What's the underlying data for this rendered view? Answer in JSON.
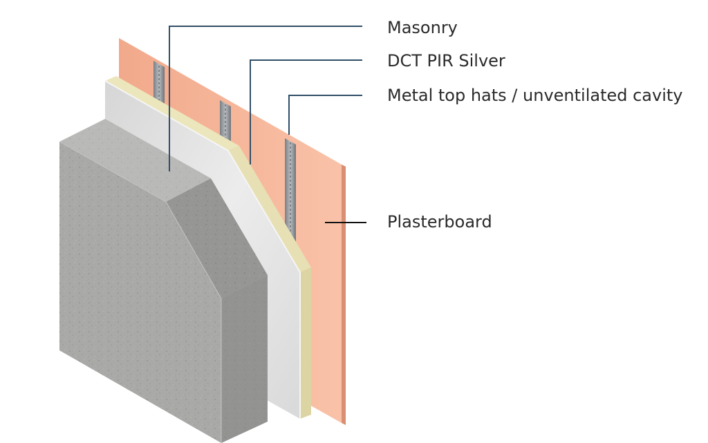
{
  "labels": {
    "masonry": "Masonry",
    "pir": "DCT PIR Silver",
    "top_hats": "Metal top hats / unventilated cavity",
    "plasterboard": "Plasterboard"
  },
  "colors": {
    "plasterboard_face": "#f7b89c",
    "plasterboard_edge": "#e8a080",
    "pir_core": "#ece6bd",
    "foil": "#e2e2e2",
    "masonry": "#a7a7a5",
    "leader_line": "#2f4d67",
    "text": "#2a2a2a"
  }
}
